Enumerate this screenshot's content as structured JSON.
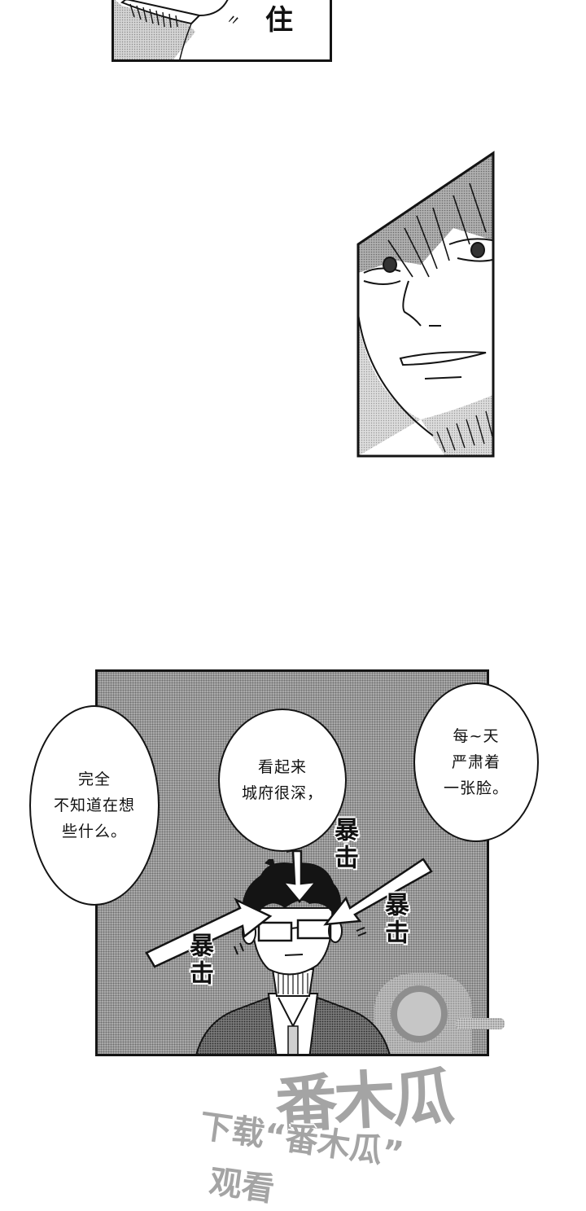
{
  "panel1": {
    "sfx_char": "住",
    "speed_mark": "〃"
  },
  "panel3": {
    "bubbles": [
      {
        "text": "完全\n不知道在想\n些什么。"
      },
      {
        "text": "看起来\n城府很深，"
      },
      {
        "text": "每~天\n严肃着\n一张脸。"
      }
    ],
    "sfx": [
      {
        "text": "暴击"
      },
      {
        "text": "暴击"
      },
      {
        "text": "暴击"
      }
    ]
  },
  "watermark": {
    "brand": "番木瓜",
    "line1": "下载“番木瓜”",
    "line2": "观看"
  },
  "colors": {
    "ink": "#141414",
    "screentone": "#a9a9a9",
    "watermark": "#a4a4a4"
  }
}
